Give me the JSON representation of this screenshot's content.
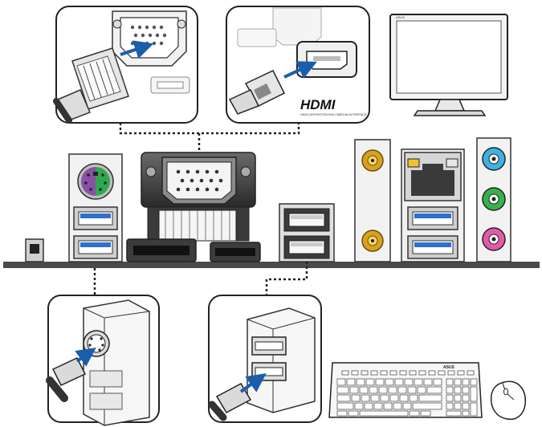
{
  "hdmi_logo": {
    "text": "HDMI",
    "tagline": "HIGH-DEFINITION MULTIMEDIA INTERFACE"
  },
  "keyboard_brand": "ASUS",
  "monitor_brand": "ASUS",
  "colors": {
    "accent_blue": "#1a5dad",
    "usb_blue": "#2f6fd0",
    "ps2_purple": "#8a4fa6",
    "ps2_green": "#2fa84f",
    "audio_blue": "#3fb1e0",
    "audio_green": "#35b34a",
    "audio_pink": "#e45aa7",
    "antenna_gold": "#d8a21e",
    "lan_led": "#f2c12e"
  },
  "icons": [
    "vga-port-icon",
    "hdmi-port-icon",
    "monitor-icon",
    "ps2-port-icon",
    "usb-port-icon",
    "keyboard-icon",
    "mouse-icon",
    "lan-port-icon",
    "antenna-icon",
    "audio-jack-icon"
  ]
}
